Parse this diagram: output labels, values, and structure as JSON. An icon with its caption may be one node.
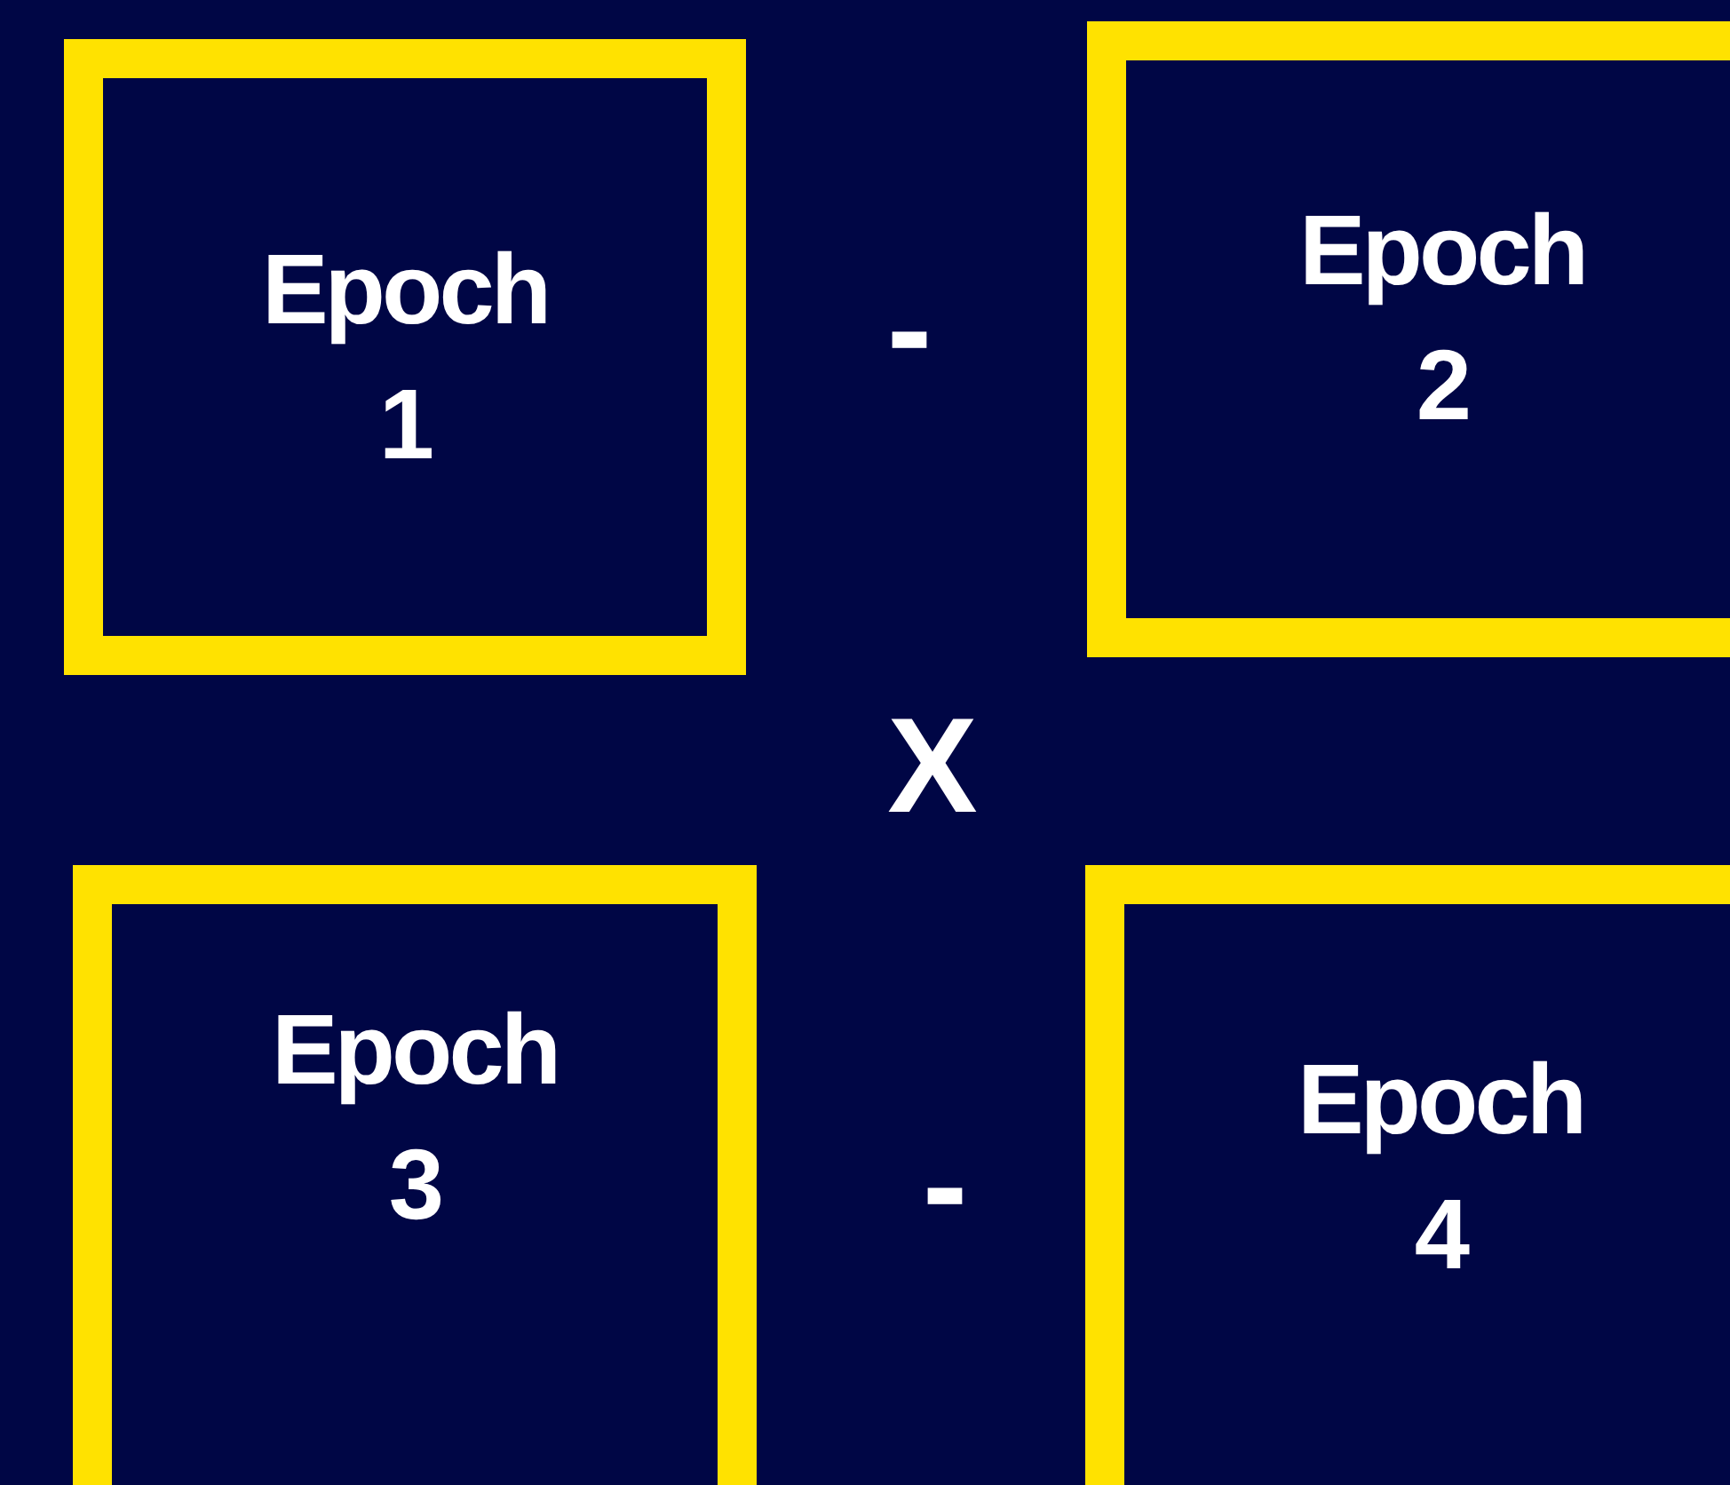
{
  "diagram": {
    "nodes": [
      {
        "text": [
          "Epoch 1"
        ]
      },
      {
        "text": [
          "Epoch 2"
        ]
      },
      {
        "text": [
          "Epoch 3"
        ]
      },
      {
        "text": [
          "Epoch 4"
        ]
      }
    ],
    "labels": [
      "-",
      "X",
      "-"
    ]
  }
}
